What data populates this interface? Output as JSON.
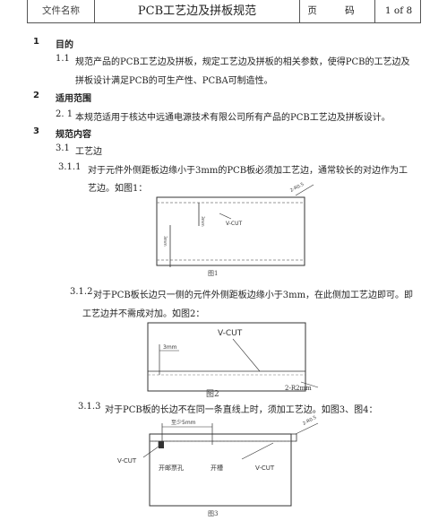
{
  "header": {
    "doc_name_label": "文件名称",
    "doc_title": "PCB工艺边及拼板规范",
    "page_label": "页 码",
    "page_value": "1 of 8"
  },
  "sections": {
    "s1": {
      "num": "1",
      "title": "目的"
    },
    "s1_1": {
      "num": "1.1",
      "line1": "规范产品的PCB工艺边及拼板，规定工艺边及拼板的相关参数，使得PCB的工艺边及",
      "line2": "拼板设计满足PCB的可生产性、PCBA可制造性。"
    },
    "s2": {
      "num": "2",
      "title": "适用范围"
    },
    "s2_1": {
      "num": "2. 1",
      "line1": "本规范适用于核达中远通电源技术有限公司所有产品的PCB工艺边及拼板设计。"
    },
    "s3": {
      "num": "3",
      "title": "规范内容"
    },
    "s3_1": {
      "num": "3.1",
      "title": "工艺边"
    },
    "s3_1_1": {
      "num": "3.1.1",
      "line1": "对于元件外侧距板边缘小于3mm的PCB板必须加工艺边，通常较长的对边作为工",
      "line2": "艺边。如图1："
    },
    "s3_1_2": {
      "num": "3.1.2",
      "line1": "对于PCB板长边只一侧的元件外侧距板边缘小于3mm，在此侧加工艺边即可。即",
      "line2": "工艺边并不需成对加。如图2："
    },
    "s3_1_3": {
      "num": "3.1.3",
      "line1": "对于PCB板的长边不在同一条直线上时，须加工艺边。如图3、图4："
    }
  },
  "figures": {
    "fig1": {
      "caption": "图1",
      "vcut": "V-CUT",
      "dim1": "3mm",
      "dim2": "3mm",
      "corner": "2-R0.5"
    },
    "fig2": {
      "caption": "图2",
      "vcut": "V-CUT",
      "dim": "3mm",
      "corner": "2-R2mm"
    },
    "fig3": {
      "caption": "图3",
      "vcut_left": "V-CUT",
      "vcut_right": "V-CUT",
      "min_label": "至少5mm",
      "hole": "开邮票孔",
      "slot": "开槽",
      "corner": "2-R0.5"
    }
  }
}
